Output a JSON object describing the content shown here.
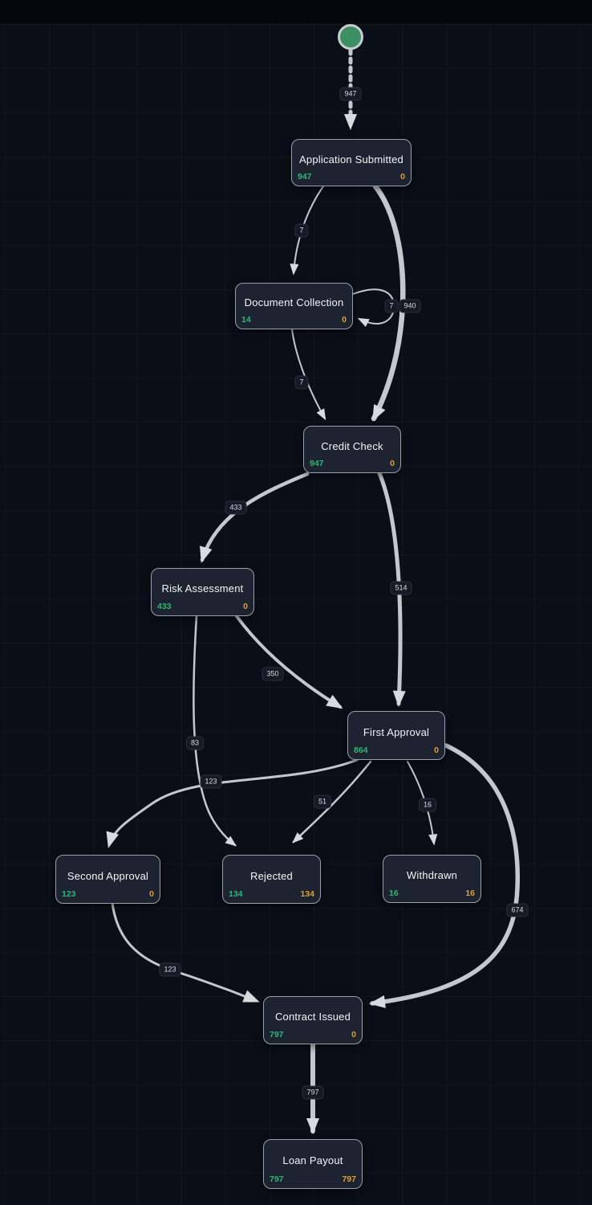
{
  "diagram": {
    "type": "process-flow",
    "description": "Loan process flow diagram with activity nodes and case-count edges"
  },
  "colors": {
    "background": "#0a0e17",
    "grid_line": "#1a2030",
    "node_fill": "#1d2331",
    "node_border": "#99a0ab",
    "edge_stroke": "#c3c7ce",
    "arrow_fill": "#d7dade",
    "start_node_fill": "#3c8f63",
    "count_green": "#2eb573",
    "count_orange": "#dda032",
    "label_chip_bg": "#151a25",
    "label_text": "#d8dadf"
  },
  "nodes": {
    "application_submitted": {
      "title": "Application Submitted",
      "total": "947",
      "end": "0"
    },
    "document_collection": {
      "title": "Document Collection",
      "total": "14",
      "end": "0"
    },
    "credit_check": {
      "title": "Credit Check",
      "total": "947",
      "end": "0"
    },
    "risk_assessment": {
      "title": "Risk Assessment",
      "total": "433",
      "end": "0"
    },
    "first_approval": {
      "title": "First Approval",
      "total": "864",
      "end": "0"
    },
    "second_approval": {
      "title": "Second Approval",
      "total": "123",
      "end": "0"
    },
    "rejected": {
      "title": "Rejected",
      "total": "134",
      "end": "134"
    },
    "withdrawn": {
      "title": "Withdrawn",
      "total": "16",
      "end": "16"
    },
    "contract_issued": {
      "title": "Contract Issued",
      "total": "797",
      "end": "0"
    },
    "loan_payout": {
      "title": "Loan Payout",
      "total": "797",
      "end": "797"
    }
  },
  "edge_labels": {
    "start_to_application": "947",
    "application_to_document": "7",
    "application_to_credit": "940",
    "document_self_loop": "7",
    "document_to_credit": "7",
    "credit_to_risk": "433",
    "credit_to_first": "514",
    "risk_to_first": "350",
    "risk_to_rejected": "83",
    "first_to_second": "123",
    "first_to_rejected": "51",
    "first_to_withdrawn": "16",
    "first_to_contract": "674",
    "second_to_contract": "123",
    "contract_to_payout": "797"
  }
}
